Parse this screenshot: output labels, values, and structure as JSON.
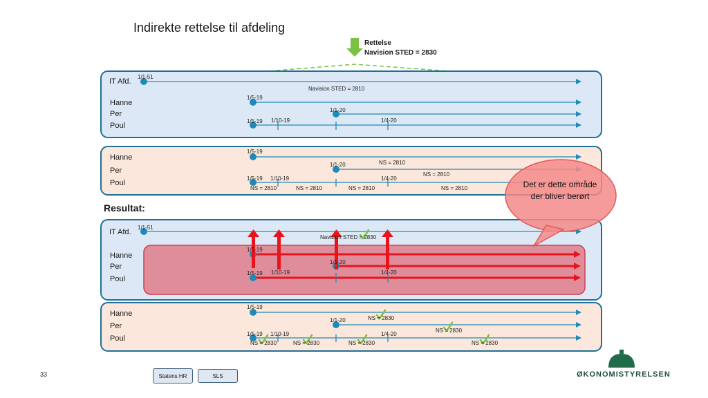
{
  "title": "Indirekte rettelse til afdeling",
  "correction": {
    "line1": "Rettelse",
    "line2": "Navision STED = 2830"
  },
  "result_label": "Resultat:",
  "bubble": "Det er dette område der bliver berørt",
  "page_number": "33",
  "buttons": {
    "statens_hr": "Statens HR",
    "sls": "SLS"
  },
  "logo": "ØKONOMISTYRELSEN",
  "labels": {
    "it_afd": "IT Afd.",
    "hanne": "Hanne",
    "per": "Per",
    "poul": "Poul",
    "d_1_1_51": "1/1-51",
    "d_1_5_19": "1/5-19",
    "d_1_1_20": "1/1-20",
    "d_1_10_19": "1/10-19",
    "d_1_4_20": "1/4-20",
    "nav_2810": "Navision STED = 2810",
    "nav_2830": "Navision STED = 2830",
    "ns_2810": "NS = 2810",
    "ns_2830": "NS = 2830"
  },
  "colors": {
    "blue_panel": "#dce8f5",
    "blue_border": "#1f6f96",
    "peach_panel": "#fbe7db",
    "timeline": "#1e8ab8",
    "red": "#e8141b",
    "green": "#7bc143",
    "bubble": "#f58a8a"
  }
}
